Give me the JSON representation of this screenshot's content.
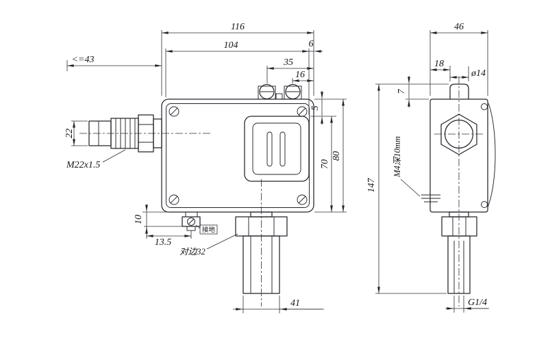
{
  "drawing": {
    "front": {
      "dim_116": "116",
      "dim_104": "104",
      "dim_6": "6",
      "dim_35": "35",
      "dim_16": "16",
      "dim_le43": "<=43",
      "dim_22": "22",
      "dim_5": "5",
      "dim_70": "70",
      "dim_80": "80",
      "dim_10": "10",
      "dim_13_5": "13.5",
      "dim_41": "41",
      "thread_label": "M22x1.5",
      "ground_label": "接地",
      "hex_label": "对边32"
    },
    "side": {
      "dim_46": "46",
      "dim_18": "18",
      "dim_d14": "ø14",
      "dim_7": "7",
      "dim_147": "147",
      "m4_label": "M4深10mm",
      "g14_label": "G1/4"
    },
    "colors": {
      "line": "#23232a",
      "background": "#ffffff"
    }
  }
}
